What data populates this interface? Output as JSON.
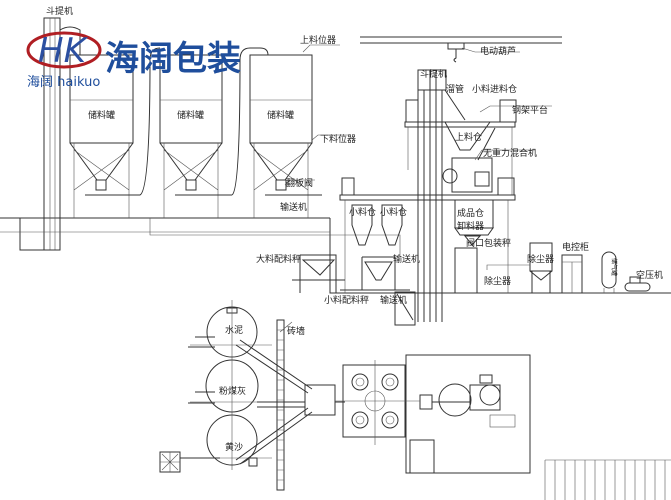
{
  "logo": {
    "mark": "HK",
    "name": "海阔包装",
    "sub": "海阔 haikuo",
    "color": "#1f4e9c",
    "ring_color": "#b01e23"
  },
  "labels": {
    "bucket_elevator_left": "斗提机",
    "upper_level_sensor": "上料位器",
    "storage_tank_1": "储料罐",
    "storage_tank_2": "储料罐",
    "storage_tank_3": "储料罐",
    "lower_level_sensor": "下料位器",
    "flap_valve": "翻板阀",
    "conveyor_1": "输送机",
    "electric_hoist": "电动葫芦",
    "bucket_elevator_right": "斗提机",
    "chute": "溜管",
    "small_feed_bin": "小料进料仓",
    "steel_platform": "钢架平台",
    "upper_bin": "上料仓",
    "gravityless_mixer": "无重力混合机",
    "small_bin_1": "小料仓",
    "small_bin_2": "小料仓",
    "finished_bin": "成品仓",
    "discharger": "卸料器",
    "valve_bag_scale": "阀口包装秤",
    "dust_collector_1": "除尘器",
    "dust_collector_2": "除尘器",
    "control_cabinet": "电控柜",
    "air_tank": "储气罐",
    "air_compressor": "空压机",
    "large_batching_scale": "大料配料秤",
    "small_batching_scale": "小料配料秤",
    "conveyor_2": "输送机",
    "conveyor_3": "输送机",
    "cement": "水泥",
    "fly_ash": "粉煤灰",
    "sand": "黄沙",
    "brick_wall": "砖墙"
  }
}
